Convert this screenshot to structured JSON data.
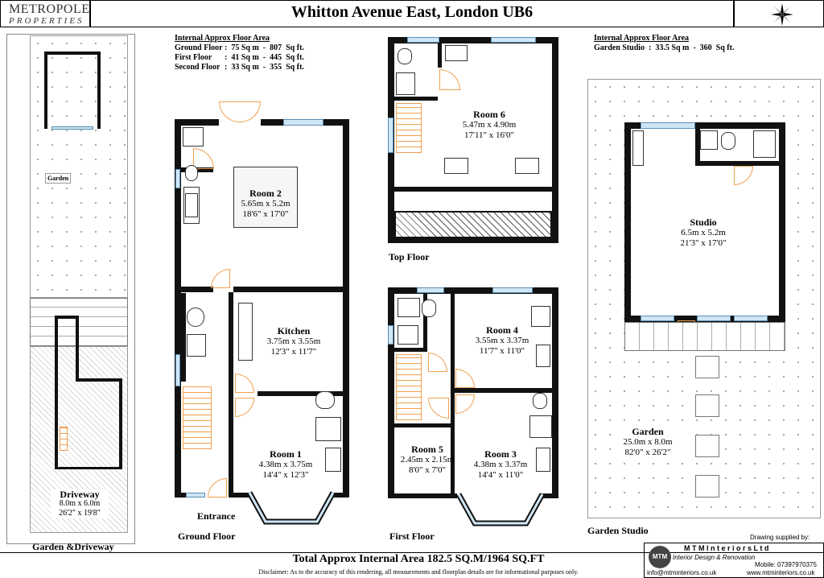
{
  "header": {
    "logo_main": "METROPOLE",
    "logo_sub": "PROPERTIES",
    "title": "Whitton Avenue East, London UB6"
  },
  "areas_main": {
    "heading": "Internal Approx Floor Area",
    "rows": [
      {
        "label": "Ground Floor",
        "value": ":  75 Sq m  -  807  Sq ft."
      },
      {
        "label": "First Floor",
        "value": ":  41 Sq m  -  445  Sq ft."
      },
      {
        "label": "Second Floor",
        "value": ":  33 Sq m  -  355  Sq ft."
      }
    ]
  },
  "areas_studio": {
    "heading": "Internal Approx Floor Area",
    "row": "Garden Studio  :  33.5 Sq m  -  360  Sq ft."
  },
  "rooms": {
    "room2": {
      "name": "Room 2",
      "metric": "5.65m x 5.2m",
      "imperial": "18'6\" x 17'0\""
    },
    "kitchen": {
      "name": "Kitchen",
      "metric": "3.75m x 3.55m",
      "imperial": "12'3\" x 11'7\""
    },
    "room1": {
      "name": "Room 1",
      "metric": "4.38m x 3.75m",
      "imperial": "14'4\" x 12'3\""
    },
    "room6": {
      "name": "Room 6",
      "metric": "5.47m x 4.90m",
      "imperial": "17'11\" x 16'0\""
    },
    "room4": {
      "name": "Room 4",
      "metric": "3.55m x 3.37m",
      "imperial": "11'7\" x 11'0\""
    },
    "room5": {
      "name": "Room 5",
      "metric": "2.45m x 2.15m",
      "imperial": "8'0\" x 7'0\""
    },
    "room3": {
      "name": "Room 3",
      "metric": "4.38m x 3.37m",
      "imperial": "14'4\" x 11'0\""
    },
    "studio": {
      "name": "Studio",
      "metric": "6.5m x 5.2m",
      "imperial": "21'3\" x 17'0\""
    },
    "garden": {
      "name": "Garden",
      "metric": "25.0m x 8.0m",
      "imperial": "82'0\" x 26'2\""
    },
    "driveway": {
      "name": "Driveway",
      "metric": "8.0m x 6.0m",
      "imperial": "26'2\" x 19'8\""
    }
  },
  "labels": {
    "garden_small": "Garden",
    "entrance": "Entrance",
    "ground_floor": "Ground Floor",
    "top_floor": "Top Floor",
    "first_floor": "First Floor",
    "garden_studio": "Garden Studio",
    "garden_driveway": "Garden &Driveway"
  },
  "footer": {
    "total": "Total Approx Internal Area 182.5 SQ.M/1964 SQ.FT",
    "disclaimer": "Disclaimer: As to the accuracy of this rendering, all measurements and floorplan details are for informational purposes only.",
    "supplied_by": "Drawing supplied by:",
    "company": "M T M   I n t e r i o r s   L t d",
    "tagline": "Interior Design & Renovation",
    "mobile": "Mobile: 07397970375",
    "email": "info@mtminteriors.co.uk",
    "website": "www.mtminteriors.co.uk",
    "badge": "MTM"
  },
  "colors": {
    "wall": "#111111",
    "window": "#cfe6f5",
    "door": "#f0a050",
    "stairs": "#f0a050"
  },
  "icons": {
    "compass": "compass-rose-icon"
  }
}
